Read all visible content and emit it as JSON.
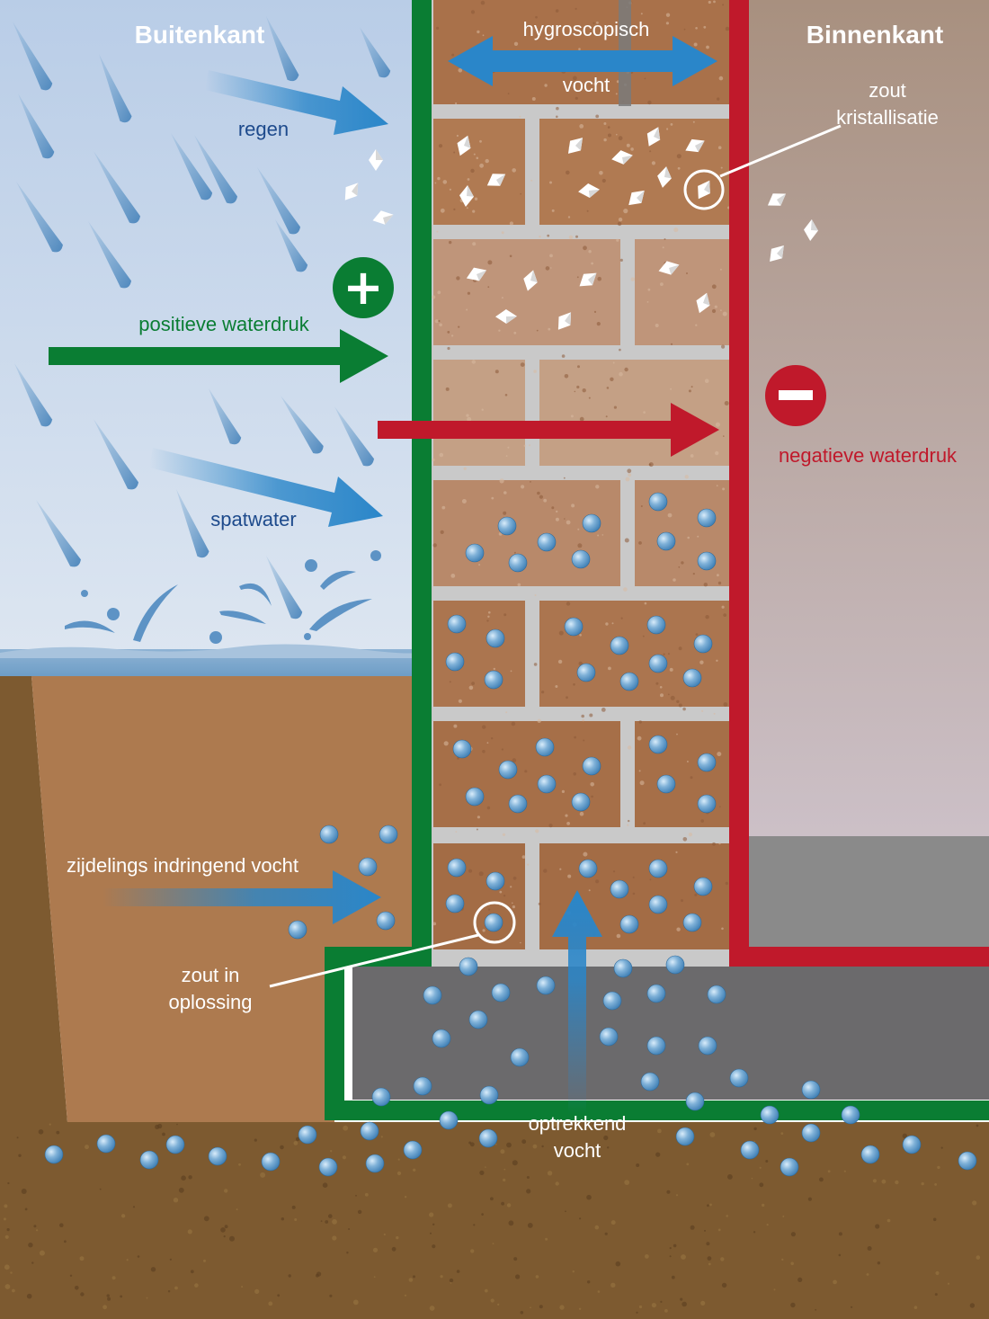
{
  "titles": {
    "outside": "Buitenkant",
    "inside": "Binnenkant"
  },
  "labels": {
    "hygroscopic_1": "hygroscopisch",
    "hygroscopic_2": "vocht",
    "salt_crystal_1": "zout",
    "salt_crystal_2": "kristallisatie",
    "rain": "regen",
    "positive_pressure": "positieve waterdruk",
    "negative_pressure": "negatieve waterdruk",
    "splash_water": "spatwater",
    "lateral_moisture": "zijdelings indringend vocht",
    "salt_solution_1": "zout in",
    "salt_solution_2": "oplossing",
    "rising_damp_1": "optrekkend",
    "rising_damp_2": "vocht"
  },
  "symbols": {
    "plus": "+",
    "minus": "−"
  },
  "colors": {
    "sky": "#c6d6ea",
    "interior": "#b7a5a4",
    "brick": "#b57f55",
    "mortar": "#c8c8c8",
    "soil": "#ad7a4f",
    "deep_soil": "#7d5a30",
    "foundation": "#6a6a6a",
    "green_membrane": "#0a7d33",
    "red_membrane": "#c0192b",
    "blue_arrow": "#2a86c9",
    "label_green": "#0a7d33",
    "label_red": "#c0192b",
    "label_blue": "#1d4a8c",
    "label_dark": "#ffffff"
  }
}
